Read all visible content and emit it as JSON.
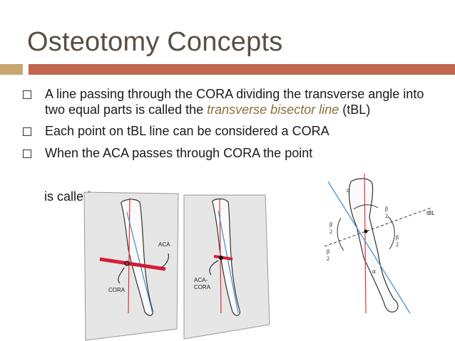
{
  "slide": {
    "title": "Osteotomy Concepts",
    "colors": {
      "title": "#5a4e44",
      "accent_bar": "#c0664e",
      "gold_bar": "#c8a76e",
      "highlight": "#8a6f3a"
    },
    "bullets": [
      {
        "before": "A line passing through the CORA dividing the transverse angle into two equal parts is called the ",
        "em": "transverse bisector line",
        "after": " (tBL)"
      },
      {
        "text": "Each point on tBL line can be considered a CORA"
      },
      {
        "text": "When the ACA passes through CORA the point"
      }
    ],
    "continuation": "is called"
  },
  "figures": {
    "left_panel": {
      "label_aca": "ACA",
      "label_cora": "CORA"
    },
    "middle_panel": {
      "label_line1": "ACA-",
      "label_line2": "CORA"
    },
    "diagram": {
      "alpha": "α",
      "beta": "β",
      "two": "2",
      "tbl": "tBL"
    }
  }
}
